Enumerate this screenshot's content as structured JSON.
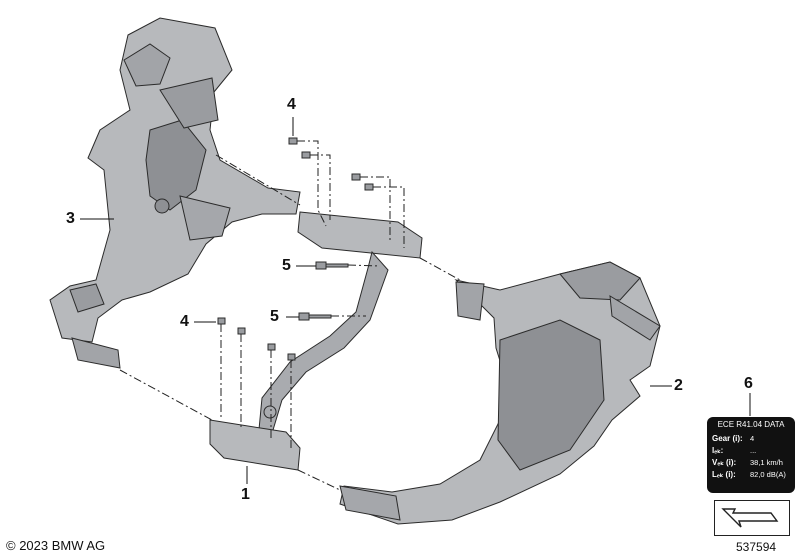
{
  "callouts": {
    "c1": "1",
    "c2": "2",
    "c3": "3",
    "c4_top": "4",
    "c4_left": "4",
    "c5_upper": "5",
    "c5_lower": "5",
    "c6": "6"
  },
  "label_card": {
    "title": "ECE R41.04 DATA",
    "rows": [
      {
        "key": "Gear (i):",
        "value": "4"
      },
      {
        "key": "lₑₖ:",
        "value": "..."
      },
      {
        "key": "Vₑₖ (i):",
        "value": "38,1 km/h"
      },
      {
        "key": "Lₑₖ (i):",
        "value": "82,0 dB(A)"
      }
    ]
  },
  "footer": {
    "copyright": "© 2023 BMW AG",
    "part_number": "537594"
  },
  "colors": {
    "part_fill": "#b7b9bc",
    "part_shade": "#8e9094",
    "outline": "#2b2b2b"
  }
}
